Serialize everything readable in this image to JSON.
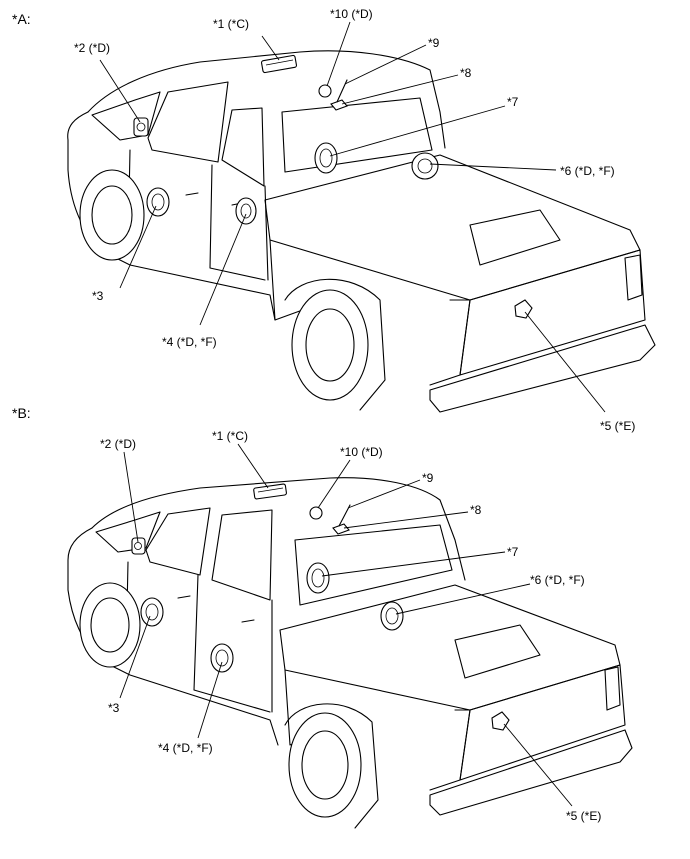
{
  "sections": [
    {
      "id": "A",
      "label": "*A:",
      "callouts": [
        {
          "key": "c1",
          "text": "*1 (*C)"
        },
        {
          "key": "c2",
          "text": "*2 (*D)"
        },
        {
          "key": "c3",
          "text": "*3"
        },
        {
          "key": "c4",
          "text": "*4 (*D, *F)"
        },
        {
          "key": "c5",
          "text": "*5 (*E)"
        },
        {
          "key": "c6",
          "text": "*6 (*D, *F)"
        },
        {
          "key": "c7",
          "text": "*7"
        },
        {
          "key": "c8",
          "text": "*8"
        },
        {
          "key": "c9",
          "text": "*9"
        },
        {
          "key": "c10",
          "text": "*10 (*D)"
        }
      ]
    },
    {
      "id": "B",
      "label": "*B:",
      "callouts": [
        {
          "key": "c1",
          "text": "*1 (*C)"
        },
        {
          "key": "c2",
          "text": "*2 (*D)"
        },
        {
          "key": "c3",
          "text": "*3"
        },
        {
          "key": "c4",
          "text": "*4 (*D, *F)"
        },
        {
          "key": "c5",
          "text": "*5 (*E)"
        },
        {
          "key": "c6",
          "text": "*6 (*D, *F)"
        },
        {
          "key": "c7",
          "text": "*7"
        },
        {
          "key": "c8",
          "text": "*8"
        },
        {
          "key": "c9",
          "text": "*9"
        },
        {
          "key": "c10",
          "text": "*10 (*D)"
        }
      ]
    }
  ]
}
